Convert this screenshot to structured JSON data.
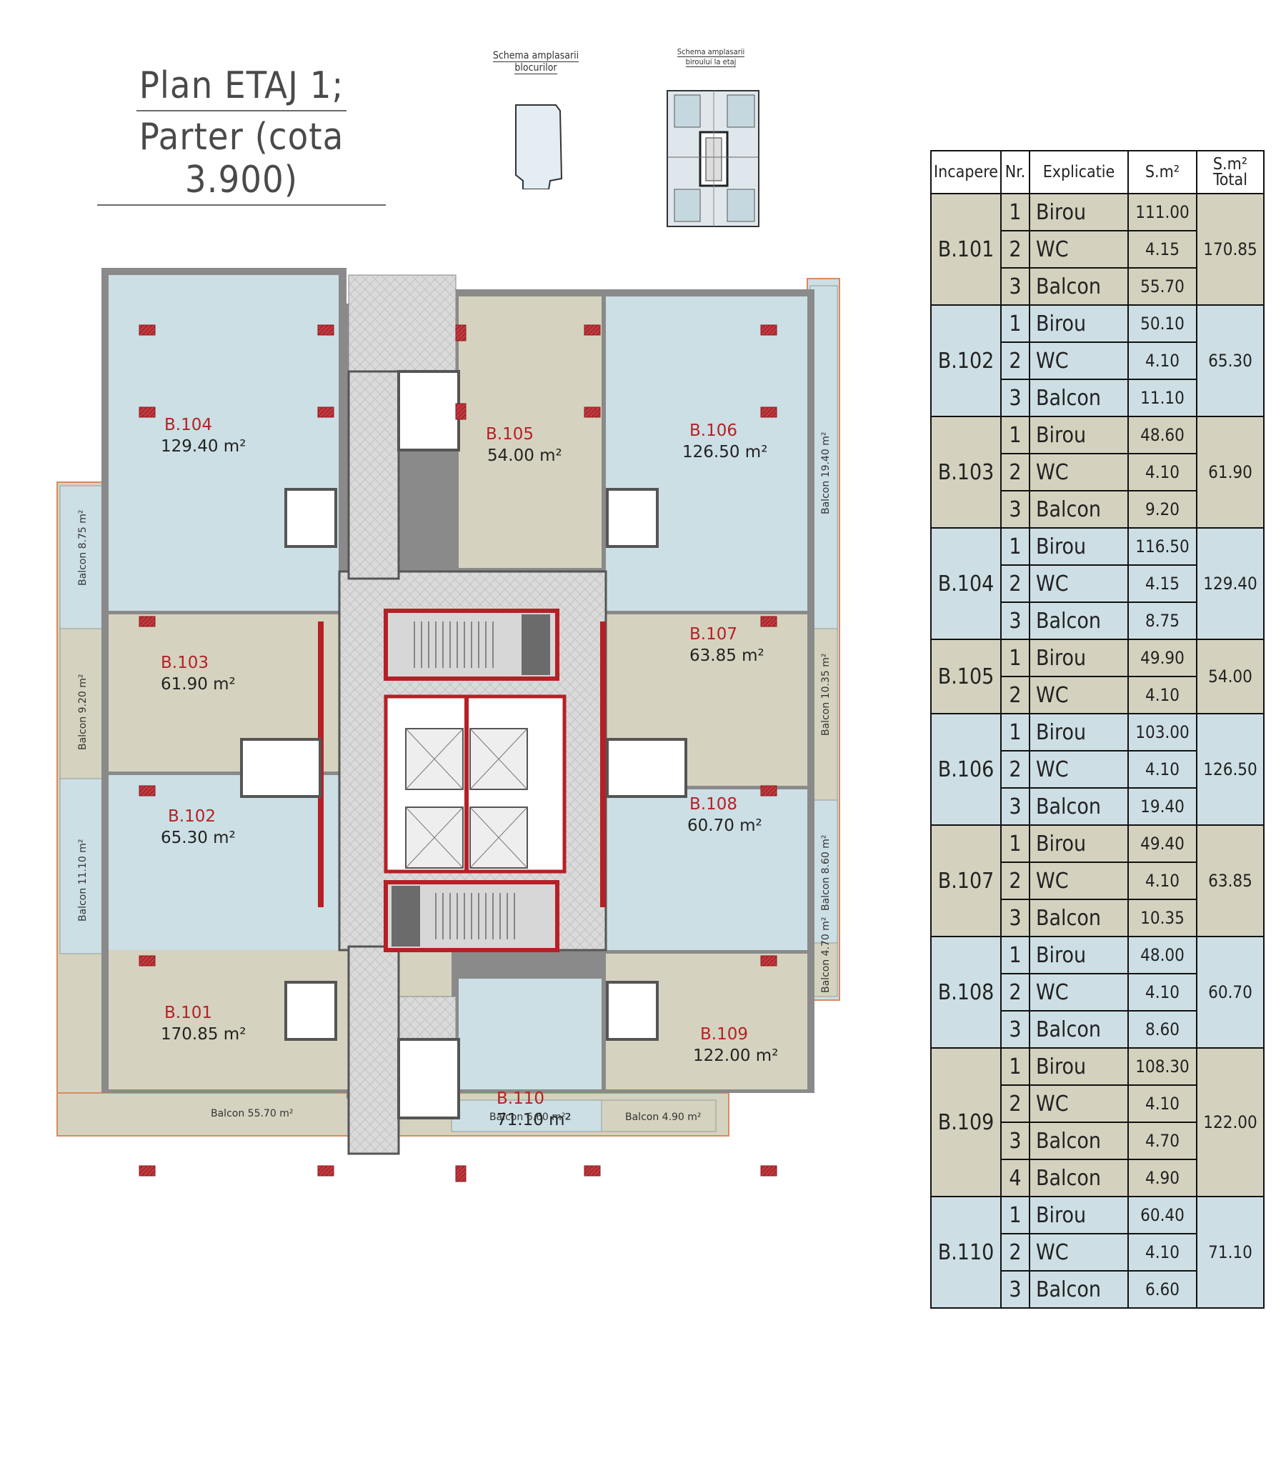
{
  "title": {
    "line1": "Plan ETAJ 1;",
    "line2": "Parter (cota 3.900)"
  },
  "schemes": {
    "blocks": {
      "line1": "Schema amplasarii",
      "line2": "blocurilor"
    },
    "office": {
      "line1": "Schema amplasarii",
      "line2": "biroului la etaj"
    }
  },
  "colors": {
    "green_room": "#d5d3bf",
    "blue_room": "#ccdfe4",
    "wall": "#6b6b6b",
    "red_column": "#c0282e",
    "core": "#dcdcdc"
  },
  "rooms": [
    {
      "id": "B.104",
      "area": "129.40 m²"
    },
    {
      "id": "B.105",
      "area": "54.00 m²"
    },
    {
      "id": "B.106",
      "area": "126.50 m²"
    },
    {
      "id": "B.103",
      "area": "61.90 m²"
    },
    {
      "id": "B.107",
      "area": "63.85 m²"
    },
    {
      "id": "B.102",
      "area": "65.30 m²"
    },
    {
      "id": "B.108",
      "area": "60.70 m²"
    },
    {
      "id": "B.101",
      "area": "170.85 m²"
    },
    {
      "id": "B.109",
      "area": "122.00 m²"
    },
    {
      "id": "B.110",
      "area": "71.10 m²"
    }
  ],
  "balconies": [
    "Balcon 8.75 m²",
    "Balcon 9.20 m²",
    "Balcon 11.10 m²",
    "Balcon 19.40 m²",
    "Balcon 10.35 m²",
    "Balcon 8.60 m²",
    "Balcon 4.70 m²",
    "Balcon 55.70 m²",
    "Balcon 6.60 m²",
    "Balcon 4.90 m²"
  ],
  "table": {
    "headers": [
      "Incapere",
      "Nr.",
      "Explicatie",
      "S.m²",
      "S.m² Total"
    ],
    "groups": [
      {
        "room": "B.101",
        "total": "170.85",
        "rows": [
          {
            "nr": "1",
            "exp": "Birou",
            "s": "111.00"
          },
          {
            "nr": "2",
            "exp": "WC",
            "s": "4.15"
          },
          {
            "nr": "3",
            "exp": "Balcon",
            "s": "55.70"
          }
        ]
      },
      {
        "room": "B.102",
        "total": "65.30",
        "rows": [
          {
            "nr": "1",
            "exp": "Birou",
            "s": "50.10"
          },
          {
            "nr": "2",
            "exp": "WC",
            "s": "4.10"
          },
          {
            "nr": "3",
            "exp": "Balcon",
            "s": "11.10"
          }
        ]
      },
      {
        "room": "B.103",
        "total": "61.90",
        "rows": [
          {
            "nr": "1",
            "exp": "Birou",
            "s": "48.60"
          },
          {
            "nr": "2",
            "exp": "WC",
            "s": "4.10"
          },
          {
            "nr": "3",
            "exp": "Balcon",
            "s": "9.20"
          }
        ]
      },
      {
        "room": "B.104",
        "total": "129.40",
        "rows": [
          {
            "nr": "1",
            "exp": "Birou",
            "s": "116.50"
          },
          {
            "nr": "2",
            "exp": "WC",
            "s": "4.15"
          },
          {
            "nr": "3",
            "exp": "Balcon",
            "s": "8.75"
          }
        ]
      },
      {
        "room": "B.105",
        "total": "54.00",
        "rows": [
          {
            "nr": "1",
            "exp": "Birou",
            "s": "49.90"
          },
          {
            "nr": "2",
            "exp": "WC",
            "s": "4.10"
          }
        ]
      },
      {
        "room": "B.106",
        "total": "126.50",
        "rows": [
          {
            "nr": "1",
            "exp": "Birou",
            "s": "103.00"
          },
          {
            "nr": "2",
            "exp": "WC",
            "s": "4.10"
          },
          {
            "nr": "3",
            "exp": "Balcon",
            "s": "19.40"
          }
        ]
      },
      {
        "room": "B.107",
        "total": "63.85",
        "rows": [
          {
            "nr": "1",
            "exp": "Birou",
            "s": "49.40"
          },
          {
            "nr": "2",
            "exp": "WC",
            "s": "4.10"
          },
          {
            "nr": "3",
            "exp": "Balcon",
            "s": "10.35"
          }
        ]
      },
      {
        "room": "B.108",
        "total": "60.70",
        "rows": [
          {
            "nr": "1",
            "exp": "Birou",
            "s": "48.00"
          },
          {
            "nr": "2",
            "exp": "WC",
            "s": "4.10"
          },
          {
            "nr": "3",
            "exp": "Balcon",
            "s": "8.60"
          }
        ]
      },
      {
        "room": "B.109",
        "total": "122.00",
        "rows": [
          {
            "nr": "1",
            "exp": "Birou",
            "s": "108.30"
          },
          {
            "nr": "2",
            "exp": "WC",
            "s": "4.10"
          },
          {
            "nr": "3",
            "exp": "Balcon",
            "s": "4.70"
          },
          {
            "nr": "4",
            "exp": "Balcon",
            "s": "4.90"
          }
        ]
      },
      {
        "room": "B.110",
        "total": "71.10",
        "rows": [
          {
            "nr": "1",
            "exp": "Birou",
            "s": "60.40"
          },
          {
            "nr": "2",
            "exp": "WC",
            "s": "4.10"
          },
          {
            "nr": "3",
            "exp": "Balcon",
            "s": "6.60"
          }
        ]
      }
    ]
  }
}
